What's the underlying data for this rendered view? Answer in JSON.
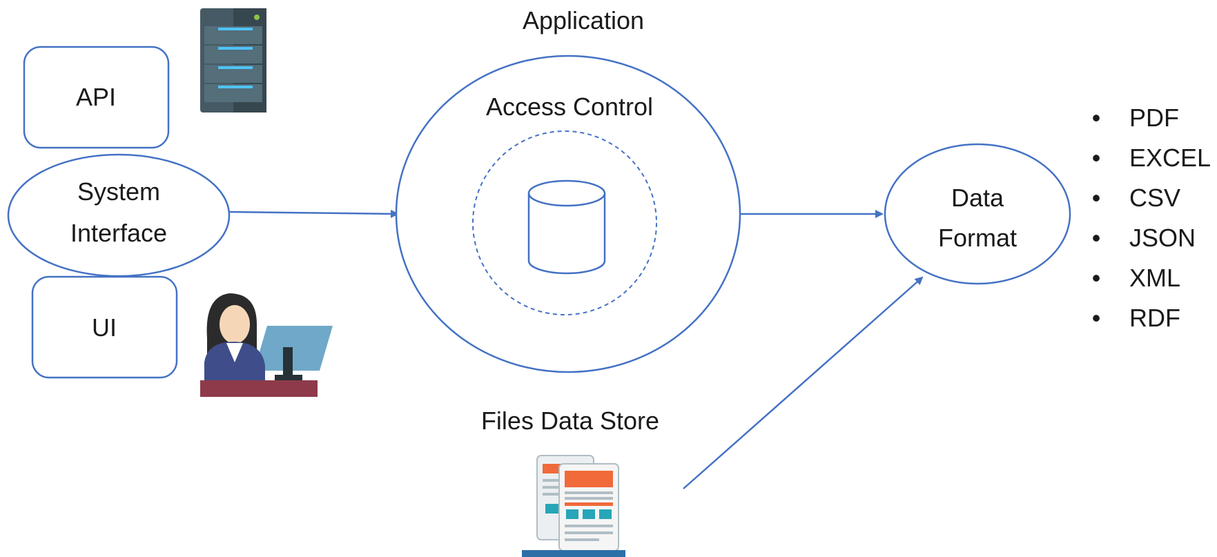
{
  "diagram": {
    "title": "Application",
    "inputs": {
      "api": "API",
      "system_interface_line1": "System",
      "system_interface_line2": "Interface",
      "ui": "UI"
    },
    "access_control": "Access Control",
    "files_data_store": "Files Data Store",
    "data_format_line1": "Data",
    "data_format_line2": "Format",
    "formats": [
      "PDF",
      "EXCEL",
      "CSV",
      "JSON",
      "XML",
      "RDF"
    ]
  },
  "colors": {
    "stroke": "#4472c4",
    "text": "#1a1a1a",
    "server_body": "#455a64",
    "server_light": "#4fc3f7",
    "server_led": "#8bc34a",
    "person_suit": "#3f4d8a",
    "desk": "#8e3a4a",
    "monitor": "#6fa8c8",
    "doc_orange": "#f06a3a",
    "doc_teal": "#26a6b8"
  },
  "icons": {
    "server": "server-icon",
    "person": "person-at-computer-icon",
    "database": "database-icon",
    "documents": "documents-icon"
  }
}
